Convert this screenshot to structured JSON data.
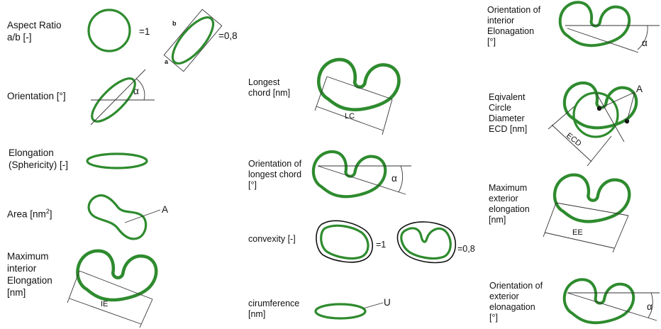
{
  "colors": {
    "shape": "#2e8b2e",
    "line": "#333333"
  },
  "left": {
    "aspect_ratio": {
      "label": "Aspect Ratio\na/b [-]",
      "value_circle": "=1",
      "value_ellipse": "=0,8",
      "side_b": "b",
      "side_a": "a"
    },
    "orientation": {
      "label": "Orientation [°]",
      "angle": "α"
    },
    "elongation": {
      "label": "Elongation\n(Sphericity)  [-]"
    },
    "area": {
      "label": "Area [nm",
      "sup": "2",
      "close": "]",
      "marker": "A"
    },
    "max_interior": {
      "label": "Maximum\ninterior\nElongation\n[nm]",
      "measure": "IE"
    }
  },
  "middle": {
    "longest_chord": {
      "label": "Longest\nchord [nm]",
      "measure": "LC"
    },
    "orientation_chord": {
      "label": "Orientation of\nlongest chord\n[°]",
      "angle": "α"
    },
    "convexity": {
      "label": "convexity [-]",
      "value_a": "=1",
      "value_b": "=0,8"
    },
    "circumference": {
      "label": "cirumference\n[nm]",
      "marker": "U"
    }
  },
  "right": {
    "orientation_interior": {
      "label": "Orientation of\ninterior\nElonagation\n[°]",
      "angle": "α"
    },
    "ecd": {
      "label": "Eqivalent\nCircle\nDiameter\nECD [nm]",
      "marker": "A",
      "measure": "ECD"
    },
    "max_exterior": {
      "label": "Maximum\nexterior\nelongation\n[nm]",
      "measure": "EE"
    },
    "orientation_exterior": {
      "label": "Orientation of\nexterior\nelonagation\n[°]",
      "angle": "α"
    }
  }
}
